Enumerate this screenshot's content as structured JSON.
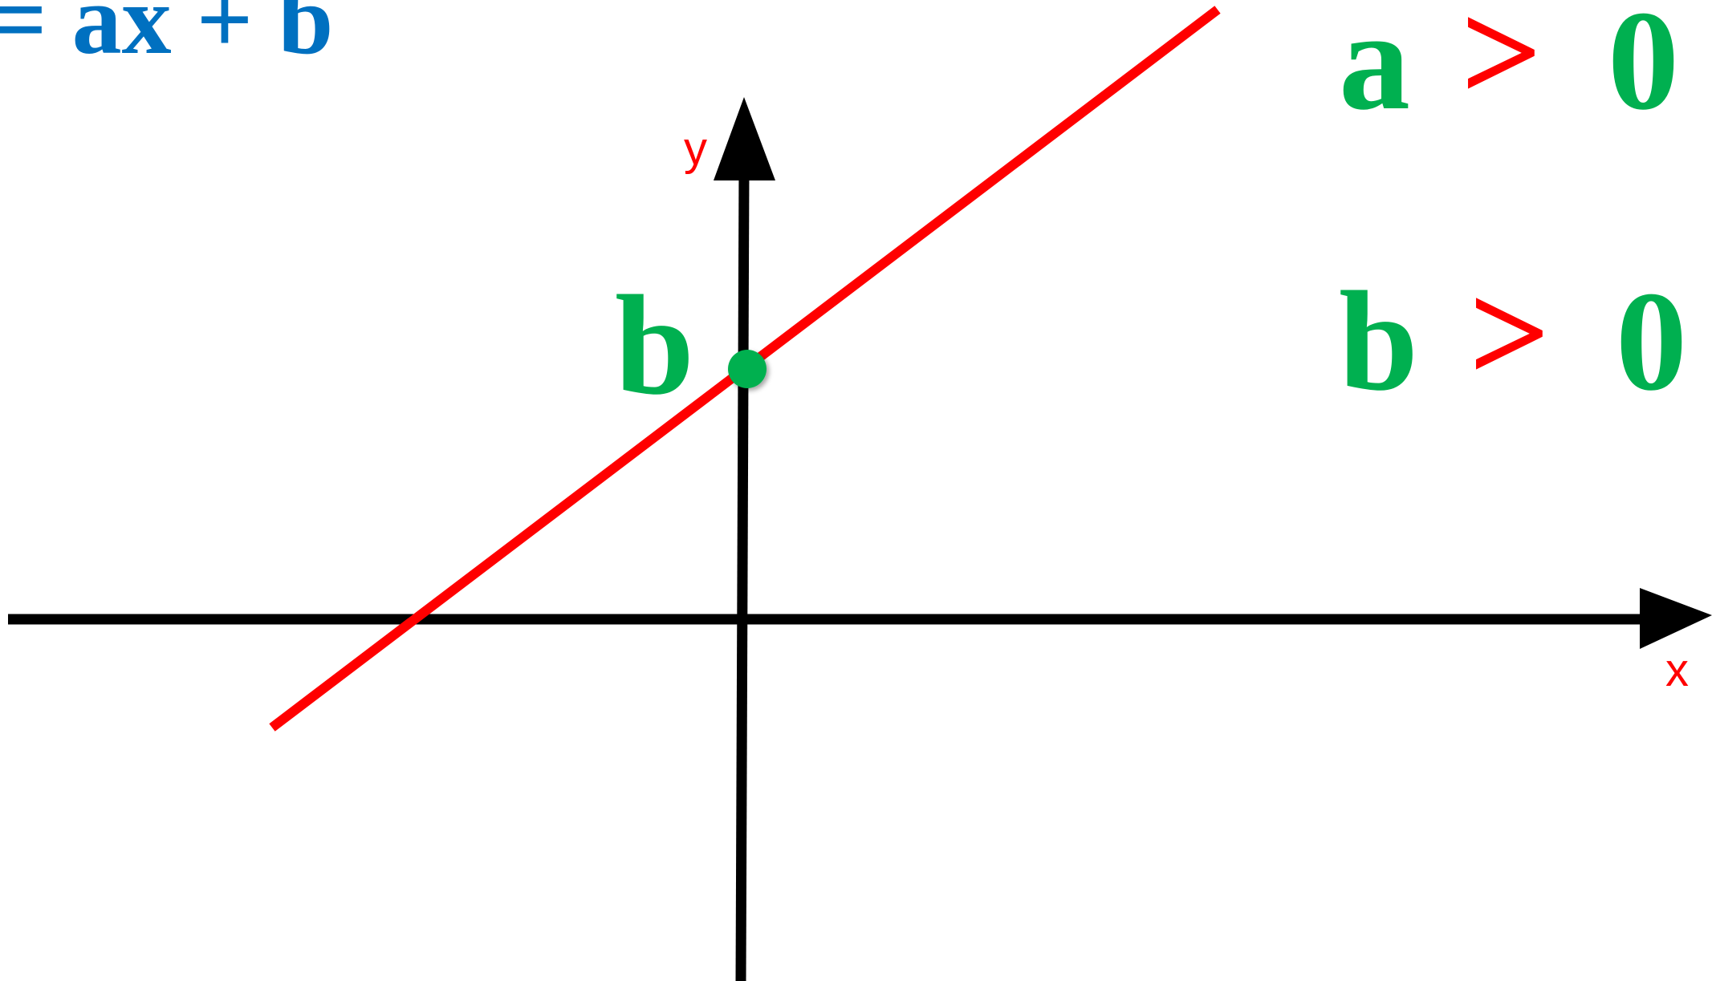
{
  "equation": {
    "text": "y = ax + b",
    "color": "#0070C0"
  },
  "conditions": {
    "a": {
      "variable": "a",
      "operator": ">",
      "value": "0"
    },
    "b": {
      "variable": "b",
      "operator": ">",
      "value": "0"
    },
    "variable_color": "#00B050",
    "operator_color": "#FF0000"
  },
  "axes": {
    "x_label": "x",
    "y_label": "y",
    "label_color": "#FF0000",
    "axis_color": "#000000"
  },
  "line": {
    "color": "#FF0000",
    "description": "increasing line with positive slope"
  },
  "intercept": {
    "label": "b",
    "point_color": "#00B050",
    "label_color": "#00B050"
  }
}
